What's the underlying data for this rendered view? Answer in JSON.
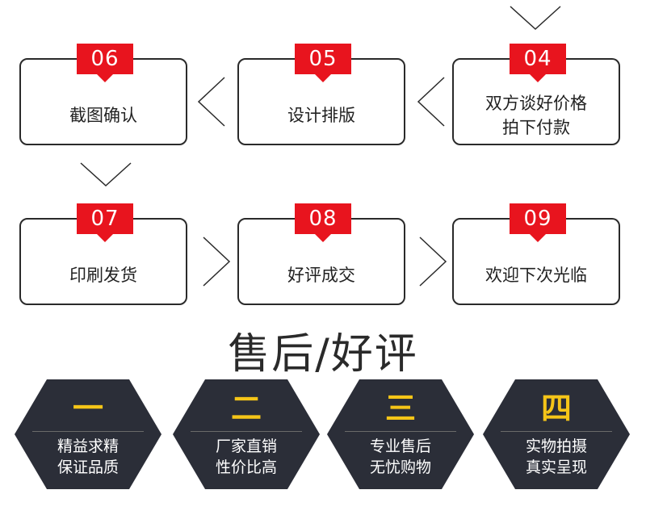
{
  "steps": [
    {
      "num": "06",
      "lines": [
        "截图确认"
      ]
    },
    {
      "num": "05",
      "lines": [
        "设计排版"
      ]
    },
    {
      "num": "04",
      "lines": [
        "双方谈好价格",
        "拍下付款"
      ]
    },
    {
      "num": "07",
      "lines": [
        "印刷发货"
      ]
    },
    {
      "num": "08",
      "lines": [
        "好评成交"
      ]
    },
    {
      "num": "09",
      "lines": [
        "欢迎下次光临"
      ]
    }
  ],
  "section_title": "售后/好评",
  "badges": [
    {
      "num": "一",
      "lines": [
        "精益求精",
        "保证品质"
      ]
    },
    {
      "num": "二",
      "lines": [
        "厂家直销",
        "性价比高"
      ]
    },
    {
      "num": "三",
      "lines": [
        "专业售后",
        "无忧购物"
      ]
    },
    {
      "num": "四",
      "lines": [
        "实物拍摄",
        "真实呈现"
      ]
    }
  ],
  "colors": {
    "accent_red": "#e8141e",
    "badge_dark": "#2b2e38",
    "badge_number_gold": "#f5c518",
    "outline": "#2a2a2a"
  },
  "icons": {
    "flow_arrow": "chevron-arrow",
    "badge_shape": "hexagon"
  }
}
